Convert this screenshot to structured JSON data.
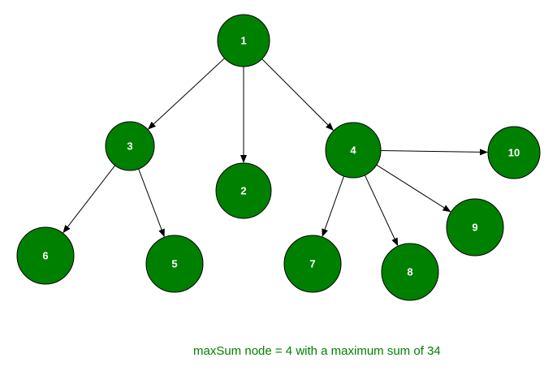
{
  "colors": {
    "node_fill": "#008000",
    "node_stroke": "#000000",
    "node_text": "#ffffff",
    "edge": "#000000",
    "caption": "#008000"
  },
  "nodes": [
    {
      "id": "n1",
      "label": "1"
    },
    {
      "id": "n3",
      "label": "3"
    },
    {
      "id": "n2",
      "label": "2"
    },
    {
      "id": "n4",
      "label": "4"
    },
    {
      "id": "n10",
      "label": "10"
    },
    {
      "id": "n6",
      "label": "6"
    },
    {
      "id": "n5",
      "label": "5"
    },
    {
      "id": "n7",
      "label": "7"
    },
    {
      "id": "n8",
      "label": "8"
    },
    {
      "id": "n9",
      "label": "9"
    }
  ],
  "edges": [
    {
      "from": "n1",
      "to": "n3"
    },
    {
      "from": "n1",
      "to": "n2"
    },
    {
      "from": "n1",
      "to": "n4"
    },
    {
      "from": "n3",
      "to": "n6"
    },
    {
      "from": "n3",
      "to": "n5"
    },
    {
      "from": "n4",
      "to": "n10"
    },
    {
      "from": "n4",
      "to": "n7"
    },
    {
      "from": "n4",
      "to": "n8"
    },
    {
      "from": "n4",
      "to": "n9"
    }
  ],
  "caption": "maxSum node = 4 with a maximum sum of 34"
}
